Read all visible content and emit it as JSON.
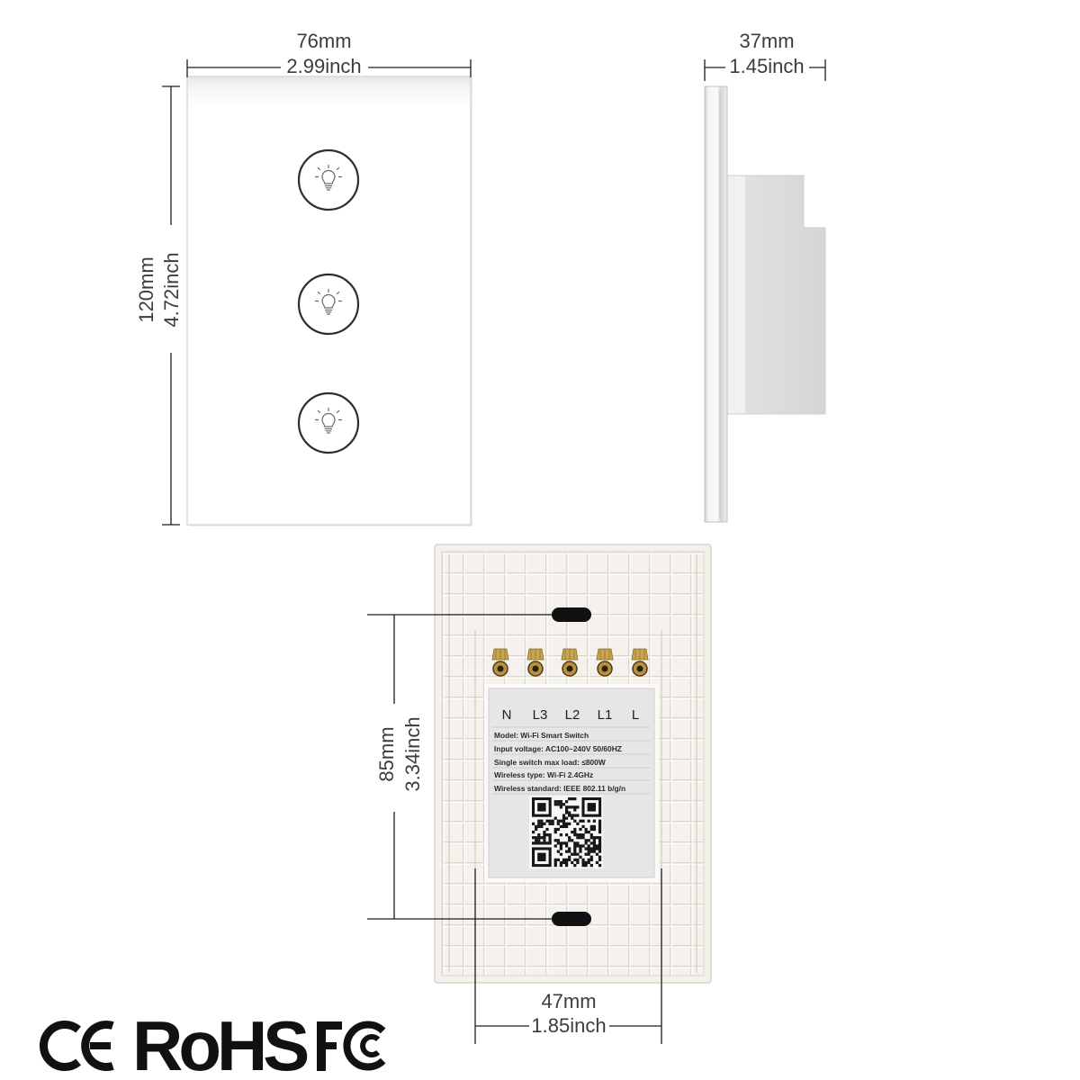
{
  "front_view": {
    "width_mm": "76mm",
    "width_inch": "2.99inch",
    "height_mm": "120mm",
    "height_inch": "4.72inch",
    "button_icons": [
      "bulb-icon",
      "bulb-icon",
      "bulb-icon"
    ]
  },
  "side_view": {
    "depth_mm": "37mm",
    "depth_inch": "1.45inch"
  },
  "back_view": {
    "terminals": [
      "N",
      "L3",
      "L2",
      "L1",
      "L"
    ],
    "spec_lines": [
      "Model: Wi-Fi Smart Switch",
      "Input voltage: AC100~240V 50/60HZ",
      "Single switch max load: ≤800W",
      "Wireless type: Wi-Fi 2.4GHz",
      "Wireless standard: IEEE 802.11 b/g/n"
    ],
    "qr_icon": "qr-code-icon",
    "slot_spacing_mm": "85mm",
    "slot_spacing_inch": "3.34inch",
    "box_width_mm": "47mm",
    "box_width_inch": "1.85inch"
  },
  "certifications": {
    "ce": "CE",
    "rohs": "RoHS",
    "fcc": "FC"
  },
  "colors": {
    "background": "#ffffff",
    "dimension_text": "#3c3c3c",
    "dimension_line": "#1e1e1e",
    "plate": "#ffffff",
    "button_ring": "#2e2e2e",
    "back_housing": "#f4f1ec",
    "label": "#e6e6e6",
    "terminal_brass": "#c4a04c",
    "mount_slot": "#111111",
    "logo": "#111111"
  }
}
